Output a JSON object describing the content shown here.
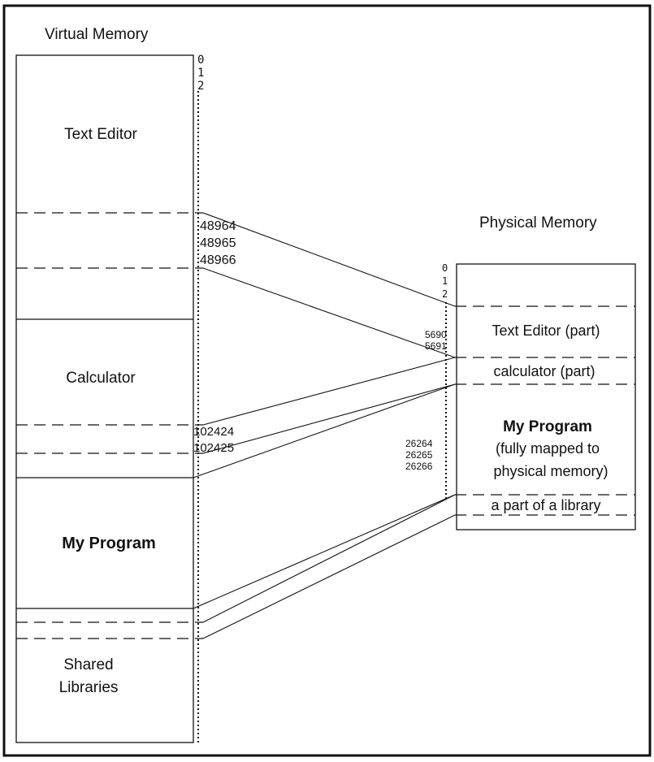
{
  "virtual": {
    "title": "Virtual Memory",
    "top_addresses": [
      "0",
      "1",
      "2"
    ],
    "text_editor_addresses": [
      "48964",
      "48965",
      "48966"
    ],
    "calculator_addresses": [
      "102424",
      "102425"
    ],
    "segments": [
      {
        "label": "Text Editor",
        "bold": false
      },
      {
        "label": "Calculator",
        "bold": false
      },
      {
        "label": "My Program",
        "bold": true
      },
      {
        "label_line1": "Shared",
        "label_line2": "Libraries",
        "bold": false
      }
    ]
  },
  "physical": {
    "title": "Physical Memory",
    "top_addresses": [
      "0",
      "1",
      "2"
    ],
    "text_editor_addresses": [
      "5690",
      "5691"
    ],
    "program_addresses": [
      "26264",
      "26265",
      "26266"
    ],
    "regions": {
      "text_editor": "Text Editor (part)",
      "calculator": "calculator (part)",
      "program_title": "My Program",
      "program_line2": "(fully mapped to",
      "program_line3": "physical memory)",
      "library": "a part of a library"
    }
  }
}
